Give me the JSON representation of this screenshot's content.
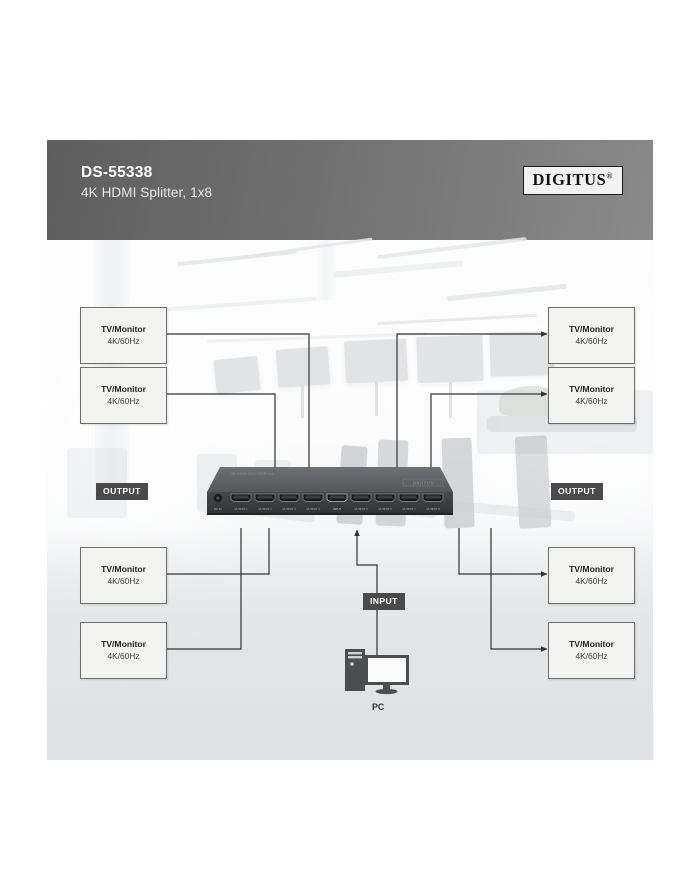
{
  "header": {
    "model": "DS-55338",
    "subtitle": "4K HDMI Splitter, 1x8",
    "brand": "DIGITUS",
    "brand_mark": "®"
  },
  "labels": {
    "output_left": "OUTPUT",
    "output_right": "OUTPUT",
    "input": "INPUT",
    "pc": "PC"
  },
  "monitors": [
    {
      "title": "TV/Monitor",
      "spec": "4K/60Hz"
    },
    {
      "title": "TV/Monitor",
      "spec": "4K/60Hz"
    },
    {
      "title": "TV/Monitor",
      "spec": "4K/60Hz"
    },
    {
      "title": "TV/Monitor",
      "spec": "4K/60Hz"
    },
    {
      "title": "TV/Monitor",
      "spec": "4K/60Hz"
    },
    {
      "title": "TV/Monitor",
      "spec": "4K/60Hz"
    },
    {
      "title": "TV/Monitor",
      "spec": "4K/60Hz"
    },
    {
      "title": "TV/Monitor",
      "spec": "4K/60Hz"
    }
  ],
  "device": {
    "brand": "DIGITUS",
    "top_text": "4K HDMI SPLITTER 1x8",
    "ports": [
      "DC 5V",
      "OUTPUT 1",
      "OUTPUT 2",
      "OUTPUT 3",
      "OUTPUT 4",
      "INPUT",
      "OUTPUT 5",
      "OUTPUT 6",
      "OUTPUT 7",
      "OUTPUT 8"
    ]
  },
  "colors": {
    "header_dark": "#5e5e5e",
    "header_light": "#8a8a8a",
    "badge_bg": "#4a4a4a",
    "box_border": "#6e6e6e",
    "box_fill": "#f3f3f1",
    "wire": "#3a3a3a",
    "device_body": "#3a3c3e"
  }
}
